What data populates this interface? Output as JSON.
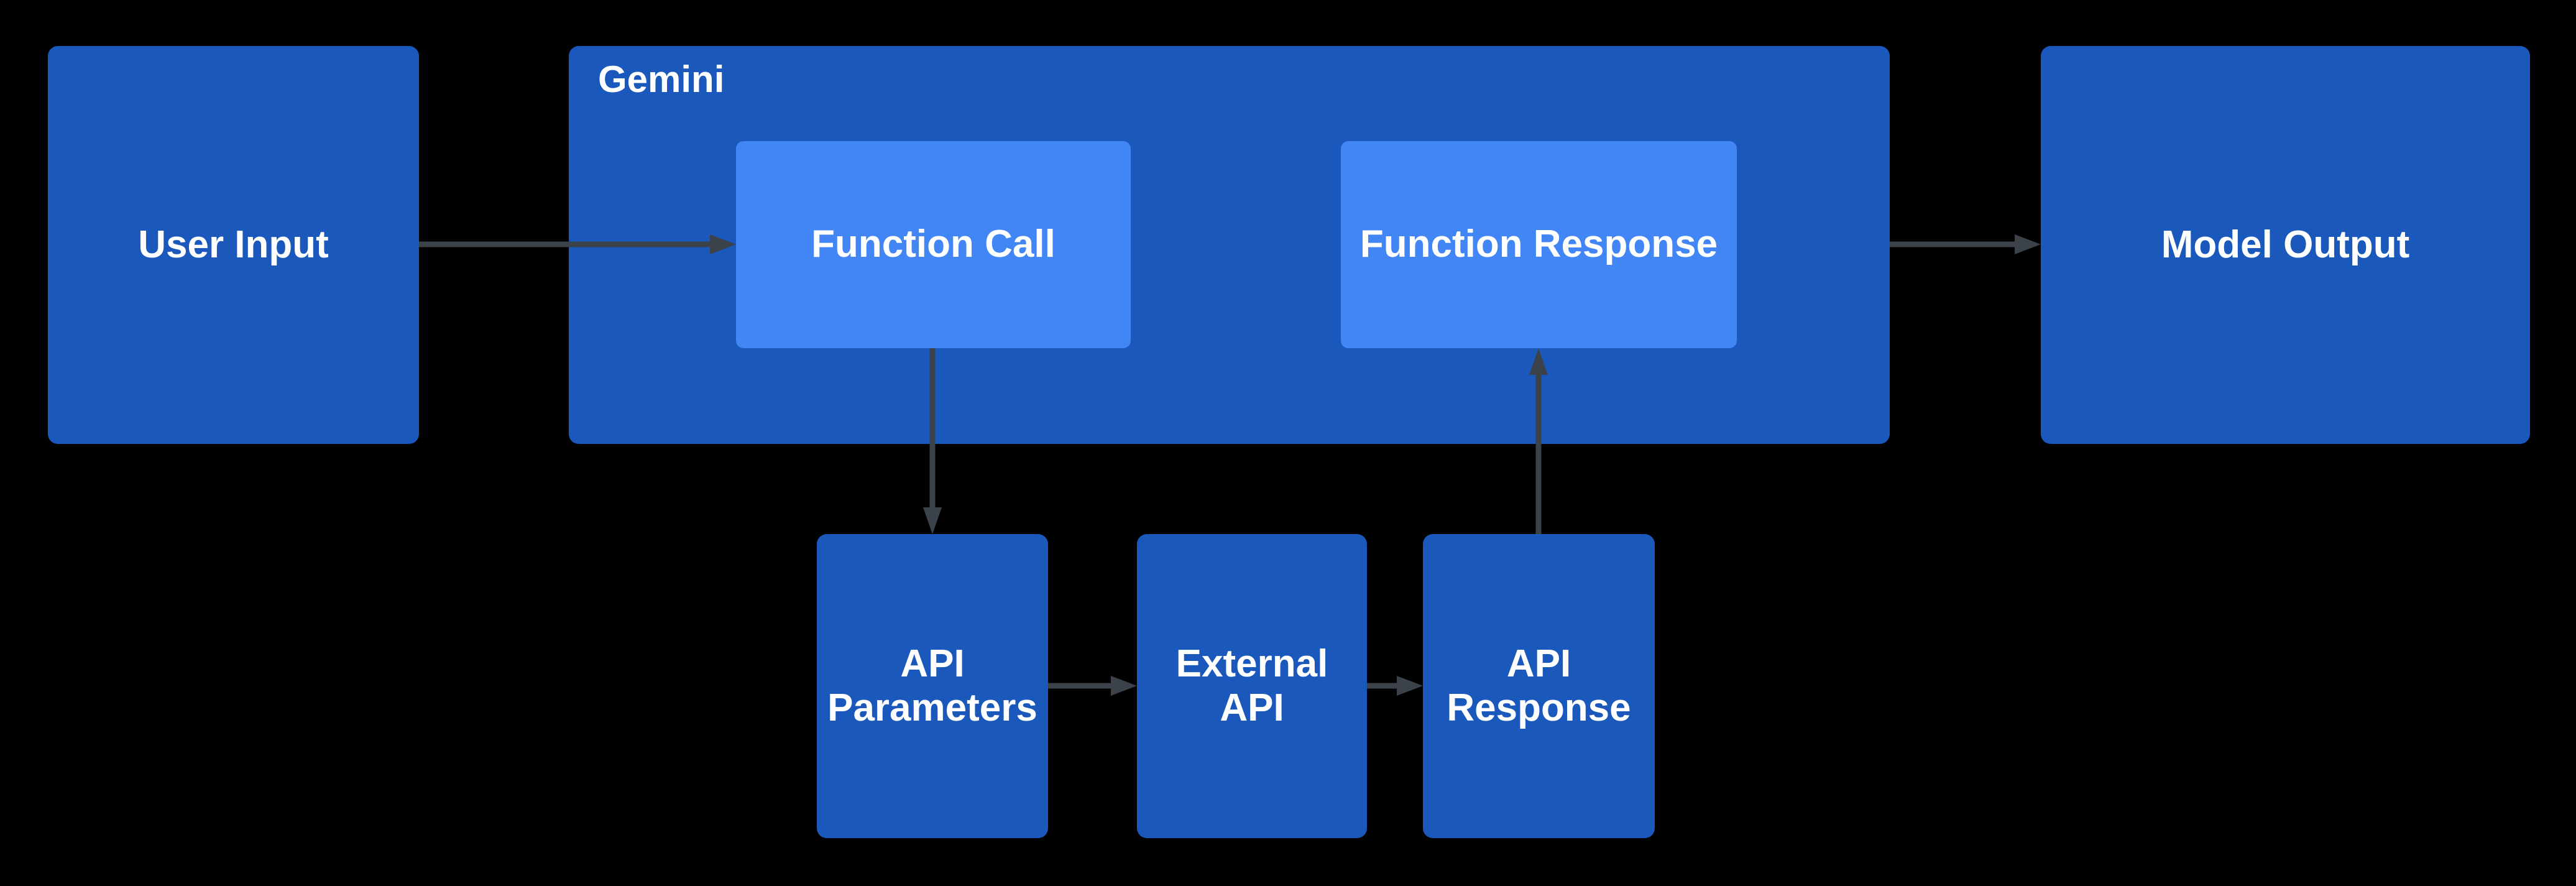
{
  "background": "#000000",
  "colors": {
    "box_primary": "#1a59bb",
    "box_secondary": "#4285f4",
    "arrow": "#3c424a",
    "label_text": "#ffffff"
  },
  "nodes": {
    "user_input": {
      "label": "User Input"
    },
    "gemini": {
      "label": "Gemini"
    },
    "function_call": {
      "label": "Function Call"
    },
    "function_response": {
      "label": "Function Response"
    },
    "api_parameters": {
      "label": "API Parameters"
    },
    "external_api": {
      "label": "External API"
    },
    "api_response": {
      "label": "API Response"
    },
    "model_output": {
      "label": "Model Output"
    }
  },
  "edges": [
    {
      "from": "User Input",
      "to": "Function Call"
    },
    {
      "from": "Function Call",
      "to": "API Parameters"
    },
    {
      "from": "API Parameters",
      "to": "External API"
    },
    {
      "from": "External API",
      "to": "API Response"
    },
    {
      "from": "API Response",
      "to": "Function Response"
    },
    {
      "from": "Gemini",
      "to": "Model Output"
    }
  ]
}
